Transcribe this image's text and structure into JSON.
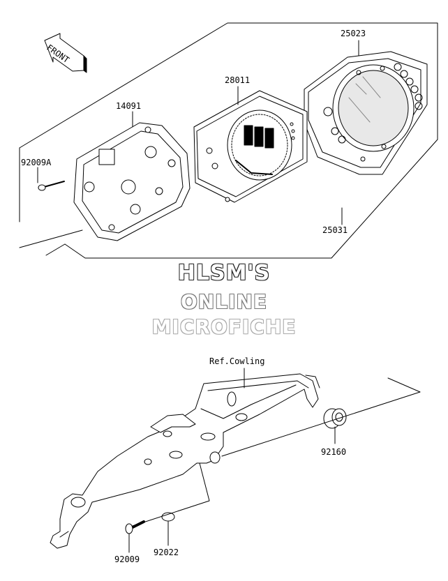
{
  "front_arrow": {
    "label": "FRONT"
  },
  "parts": {
    "p25023": "25023",
    "p28011": "28011",
    "p14091": "14091",
    "p92009A": "92009A",
    "p25031": "25031",
    "ref_cowling": "Ref.Cowling",
    "p92160": "92160",
    "p92009": "92009",
    "p92022": "92022"
  },
  "watermark": {
    "line1": "HLSM'S",
    "line2": "ONLINE",
    "line3": "MICROFICHE"
  }
}
